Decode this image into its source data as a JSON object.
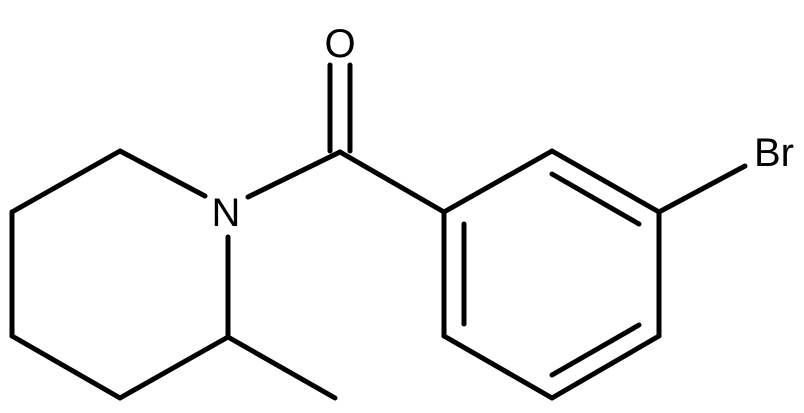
{
  "atoms": {
    "oxygen": "O",
    "nitrogen": "N",
    "bromine": "Br"
  },
  "colors": {
    "bond": "#000000",
    "label": "#000000",
    "background": "#ffffff"
  }
}
